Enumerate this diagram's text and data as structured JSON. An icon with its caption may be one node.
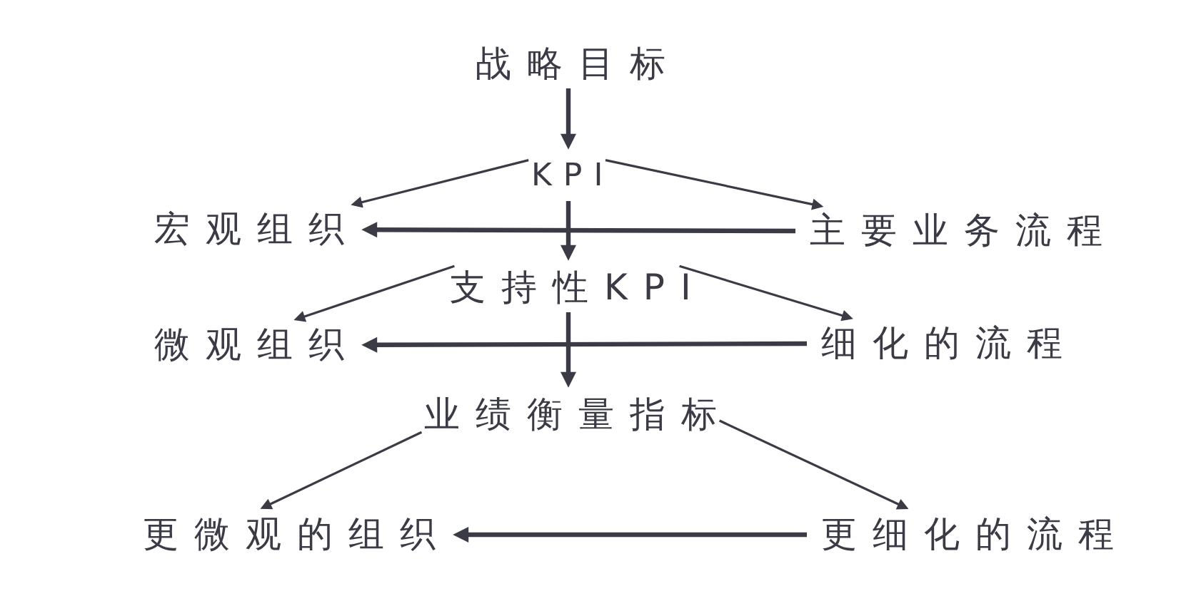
{
  "diagram": {
    "nodes": [
      {
        "text": [
          "战略目标"
        ]
      },
      {
        "text": [
          "KPI"
        ]
      },
      {
        "text": [
          "宏观组织"
        ]
      },
      {
        "text": [
          "主要业务流程"
        ]
      },
      {
        "text": [
          "支持性KPI"
        ]
      },
      {
        "text": [
          "微观组织"
        ]
      },
      {
        "text": [
          "细化的流程"
        ]
      },
      {
        "text": [
          "业绩衡量指标"
        ]
      },
      {
        "text": [
          "更微观的组织"
        ]
      },
      {
        "text": [
          "更细化的流程"
        ]
      }
    ],
    "edges": [
      {
        "from": 0,
        "to": 1,
        "arrow": "to",
        "style": "thick"
      },
      {
        "from": 1,
        "to": 2,
        "arrow": "to"
      },
      {
        "from": 1,
        "to": 3,
        "arrow": "to"
      },
      {
        "from": 3,
        "to": 2,
        "arrow": "to",
        "style": "thick"
      },
      {
        "from": 1,
        "to": 4,
        "arrow": "to",
        "style": "thick"
      },
      {
        "from": 4,
        "to": 5,
        "arrow": "to"
      },
      {
        "from": 4,
        "to": 6,
        "arrow": "to"
      },
      {
        "from": 6,
        "to": 5,
        "arrow": "to",
        "style": "thick"
      },
      {
        "from": 4,
        "to": 7,
        "arrow": "to",
        "style": "thick"
      },
      {
        "from": 7,
        "to": 8,
        "arrow": "to"
      },
      {
        "from": 7,
        "to": 9,
        "arrow": "to"
      },
      {
        "from": 9,
        "to": 8,
        "arrow": "to",
        "style": "thick"
      }
    ]
  }
}
